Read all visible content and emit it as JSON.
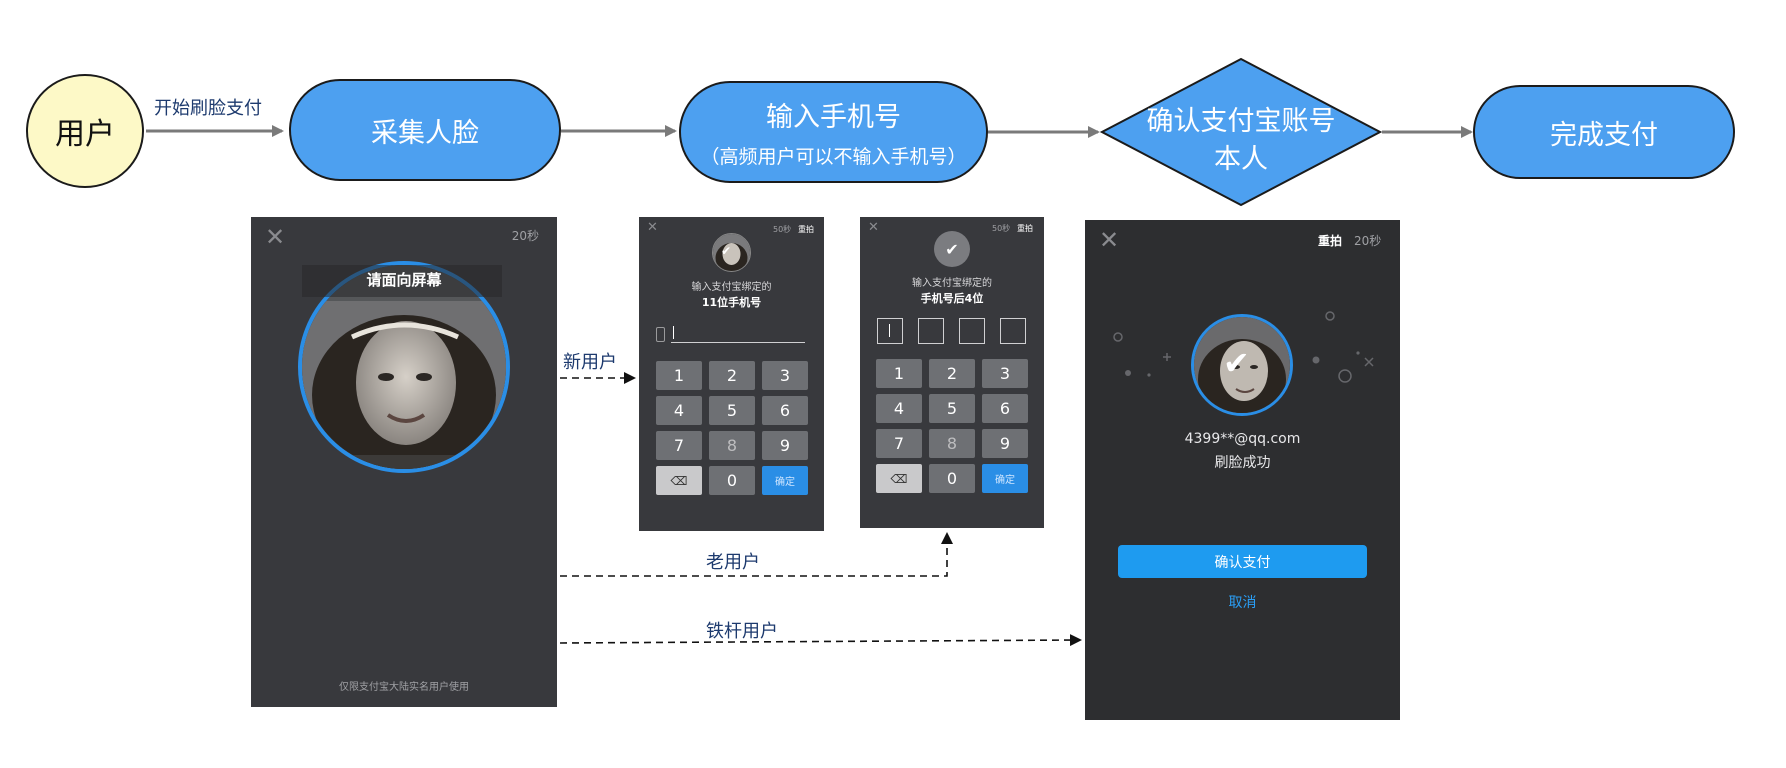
{
  "flow": {
    "user": "用户",
    "edge_start": "开始刷脸支付",
    "step1": "采集人脸",
    "step2_title": "输入手机号",
    "step2_sub": "（高频用户可以不输入手机号）",
    "decision_line1": "确认支付宝账号",
    "decision_line2": "本人",
    "step4": "完成支付"
  },
  "branches": {
    "new_user": "新用户",
    "old_user": "老用户",
    "loyal_user": "铁杆用户"
  },
  "screen1": {
    "timer": "20秒",
    "prompt": "请面向屏幕",
    "footer": "仅限支付宝大陆实名用户使用"
  },
  "screen2": {
    "timer": "50秒",
    "retake": "重拍",
    "line1": "输入支付宝绑定的",
    "line2": "11位手机号",
    "keys": [
      "1",
      "2",
      "3",
      "4",
      "5",
      "6",
      "7",
      "8",
      "9",
      "",
      "0",
      "确定"
    ]
  },
  "screen3": {
    "timer": "50秒",
    "retake": "重拍",
    "line1": "输入支付宝绑定的",
    "line2": "手机号后4位",
    "keys": [
      "1",
      "2",
      "3",
      "4",
      "5",
      "6",
      "7",
      "8",
      "9",
      "",
      "0",
      "确定"
    ]
  },
  "screen4": {
    "retake": "重拍",
    "timer": "20秒",
    "account": "4399**@qq.com",
    "status": "刷脸成功",
    "confirm_button": "确认支付",
    "cancel_link": "取消"
  },
  "colors": {
    "node_blue": "#4da0f0",
    "user_yellow": "#fdf9c7",
    "ring_blue": "#2a8ee6",
    "button_blue": "#1e9bf0"
  },
  "icons": [
    "close-icon",
    "phone-icon",
    "backspace-icon",
    "check-icon"
  ]
}
